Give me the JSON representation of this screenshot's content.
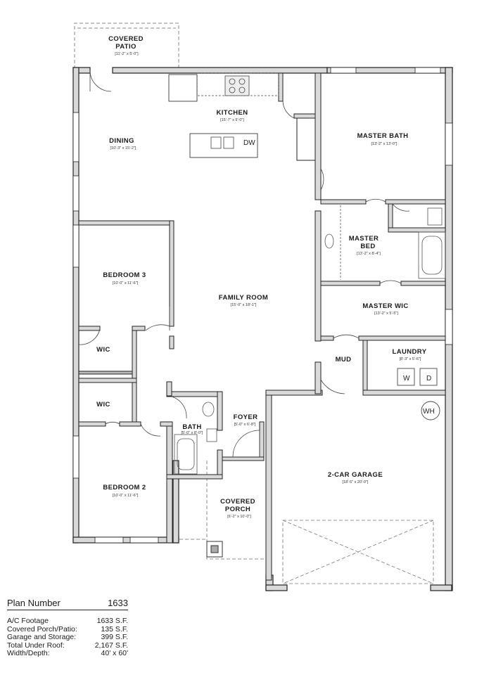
{
  "rooms": {
    "covered_patio": {
      "name_line1": "COVERED",
      "name_line2": "PATIO",
      "dims": "[11'-2\" x 5'-0\"]"
    },
    "kitchen": {
      "name": "KITCHEN",
      "dims": "[15'-7\" x 9'-0\"]"
    },
    "dining": {
      "name": "DINING",
      "dims": "[10'-3\" x 15'-2\"]"
    },
    "master_bath": {
      "name": "MASTER BATH",
      "dims": "[13'-2\" x 13'-0\"]"
    },
    "master_bed": {
      "name_line1": "MASTER",
      "name_line2": "BED",
      "dims": "[13'-2\" x 8'-4\"]"
    },
    "bedroom3": {
      "name": "BEDROOM 3",
      "dims": "[10'-0\" x 11'-6\"]"
    },
    "family_room": {
      "name": "FAMILY ROOM",
      "dims": "[15'-0\" x 18'-1\"]"
    },
    "master_wic": {
      "name": "MASTER WIC",
      "dims": "[13'-2\" x 5'-5\"]"
    },
    "wic_upper": {
      "name": "WIC"
    },
    "wic_lower": {
      "name": "WIC"
    },
    "mud": {
      "name": "MUD"
    },
    "laundry": {
      "name": "LAUNDRY",
      "dims": "[8'-3\" x 5'-6\"]"
    },
    "foyer": {
      "name": "FOYER",
      "dims": "[5'-0\" x 6'-8\"]"
    },
    "bath": {
      "name": "BATH",
      "dims": "[5'-0\" x 8'-0\"]"
    },
    "bedroom2": {
      "name": "BEDROOM 2",
      "dims": "[10'-0\" x 11'-6\"]"
    },
    "covered_porch": {
      "name_line1": "COVERED",
      "name_line2": "PORCH",
      "dims": "[6'-2\" x 10'-0\"]"
    },
    "garage": {
      "name": "2-CAR GARAGE",
      "dims": "[18'-5\" x 20'-0\"]"
    }
  },
  "fixtures": {
    "dishwasher": "DW",
    "washer": "W",
    "dryer": "D",
    "water_heater": "WH"
  },
  "plan_info": {
    "label": "Plan Number",
    "number": "1633",
    "rows": [
      {
        "label": "A/C Footage",
        "value": "1633 S.F."
      },
      {
        "label": "Covered Porch/Patio:",
        "value": "135 S.F."
      },
      {
        "label": "Garage and Storage:",
        "value": "399 S.F."
      },
      {
        "label": "Total Under Roof:",
        "value": "2,167 S.F."
      },
      {
        "label": "Width/Depth:",
        "value": "40' x 60'"
      }
    ]
  }
}
